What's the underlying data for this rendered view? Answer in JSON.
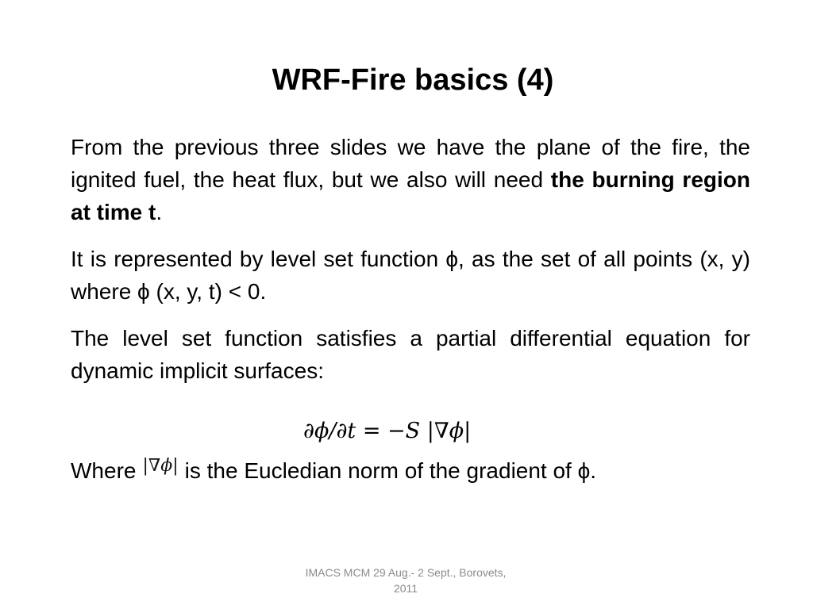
{
  "slide": {
    "title": "WRF-Fire basics (4)",
    "paragraph1_text": "From the previous three slides we have the plane of the fire, the ignited fuel, the heat flux, but we also will need ",
    "paragraph1_bold": "the burning region at time t",
    "paragraph1_end": ".",
    "paragraph2": "It is represented by level set function ϕ, as the set of all points (x, y) where ϕ (x, y, t) < 0.",
    "paragraph3": "The level set function satisfies a partial differential equation for dynamic implicit surfaces:",
    "equation": "∂ϕ/∂t = −S |∇ϕ|",
    "where_prefix": "Where",
    "where_math": "|∇ϕ|",
    "where_suffix": "is the Eucledian norm of the gradient of ϕ."
  },
  "footer": {
    "line1": "IMACS MCM 29 Aug.- 2 Sept., Borovets,",
    "line2": "2011"
  }
}
